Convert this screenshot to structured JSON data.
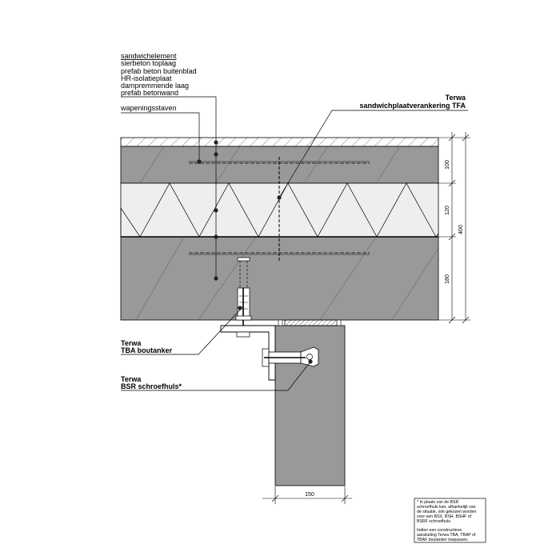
{
  "layers": {
    "title": "sandwichelement",
    "items": [
      "sierbeton toplaag",
      "prefab beton buitenblad",
      "HR-isolatieplaat",
      "dampremmende laag",
      "prefab betonwand"
    ],
    "rebar": "wapeningsstaven"
  },
  "callouts": {
    "tfa_brand": "Terwa",
    "tfa_product": "sandwichplaatverankering TFA",
    "tba_brand": "Terwa",
    "tba_product": "TBA boutanker",
    "bsr_brand": "Terwa",
    "bsr_product": "BSR schroefhuls*"
  },
  "dimensions": {
    "outer_leaf": "100",
    "insulation": "120",
    "inner_leaf": "180",
    "total": "400",
    "column_width": "150"
  },
  "note": {
    "lines": [
      "* In plaats van de BSR",
      "schroefhuls kan, afhankelijk van",
      "de situatie, ook gekozen worden",
      "voor een BSX, BSH, BSHF of",
      "BSRF schroefhuls.",
      "",
      "Indien een constructieve",
      "aansluiting Terwa TBA, TBAP of",
      "TBAF boutanker toepassen."
    ]
  },
  "colors": {
    "concrete": "#999999",
    "insulation": "#eeeeee",
    "line": "#000000"
  }
}
